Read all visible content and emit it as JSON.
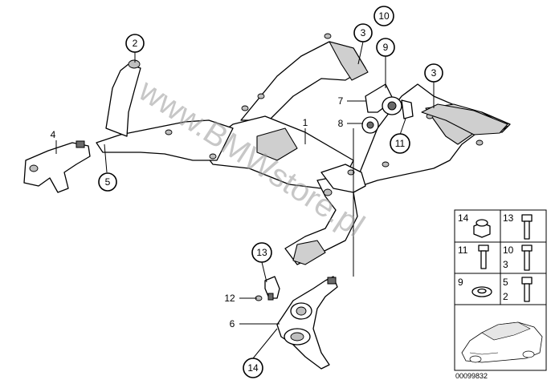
{
  "watermark": "www.BMWstore.pl",
  "reference_number": "00099832",
  "callouts": {
    "c1": "1",
    "c2": "2",
    "c3a": "3",
    "c3b": "3",
    "c4": "4",
    "c5": "5",
    "c6": "6",
    "c7": "7",
    "c8": "8",
    "c9": "9",
    "c10": "10",
    "c11": "11",
    "c12": "12",
    "c13": "13",
    "c14": "14"
  },
  "legend": {
    "r1_left": "14",
    "r1_right": "13",
    "r2_left": "11",
    "r2_right_top": "10",
    "r2_right_bottom": "3",
    "r3_left": "9",
    "r3_right_top": "5",
    "r3_right_bottom": "2"
  }
}
